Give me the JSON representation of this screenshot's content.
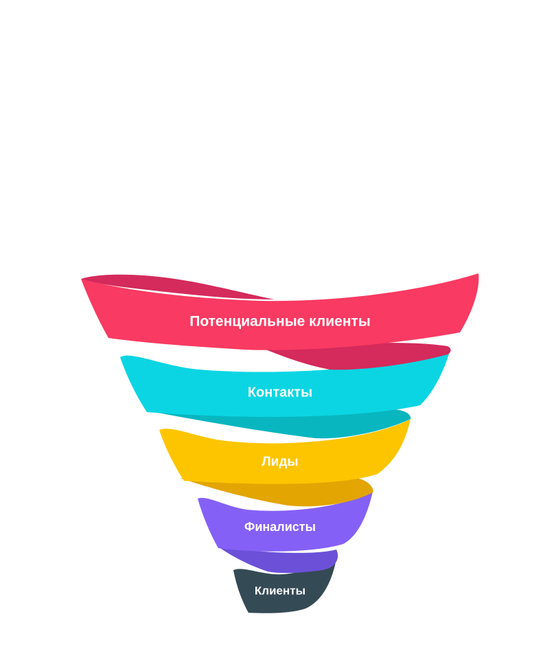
{
  "funnel": {
    "stages": [
      {
        "label": "Потенциальные клиенты",
        "color": "#f93a62",
        "back_color": "#d42a5c"
      },
      {
        "label": "Контакты",
        "color": "#0bd5e3",
        "back_color": "#08b6bf"
      },
      {
        "label": "Лиды",
        "color": "#fdc500",
        "back_color": "#e2a502"
      },
      {
        "label": "Финалисты",
        "color": "#8560f6",
        "back_color": "#6c51d8"
      },
      {
        "label": "Клиенты",
        "color": "#344a55",
        "back_color": "#2a3c46"
      }
    ]
  }
}
